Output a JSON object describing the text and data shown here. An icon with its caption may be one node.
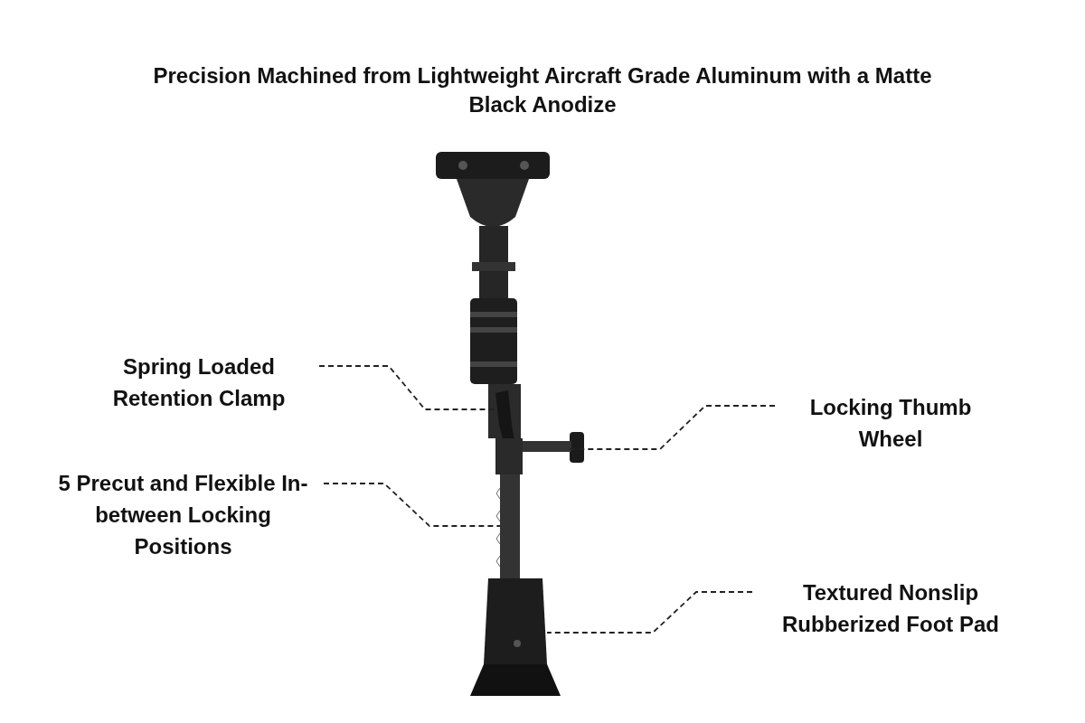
{
  "diagram": {
    "title": "Precision Machined from Lightweight Aircraft Grade Aluminum with a Matte Black Anodize",
    "nodes": [
      {
        "text": [
          "Spring Loaded Retention Clamp"
        ]
      },
      {
        "text": [
          "Locking Thumb Wheel"
        ]
      },
      {
        "text": [
          "5 Precut and Flexible In-between Locking Positions"
        ]
      },
      {
        "text": [
          "Textured Nonslip Rubberized Foot Pad"
        ]
      }
    ],
    "edges": [
      {
        "from": 0,
        "to": null,
        "arrow": "none",
        "style": "dashed"
      },
      {
        "from": 1,
        "to": null,
        "arrow": "none",
        "style": "dashed"
      },
      {
        "from": 2,
        "to": null,
        "arrow": "none",
        "style": "dashed"
      },
      {
        "from": 3,
        "to": null,
        "arrow": "none",
        "style": "dashed"
      }
    ]
  }
}
